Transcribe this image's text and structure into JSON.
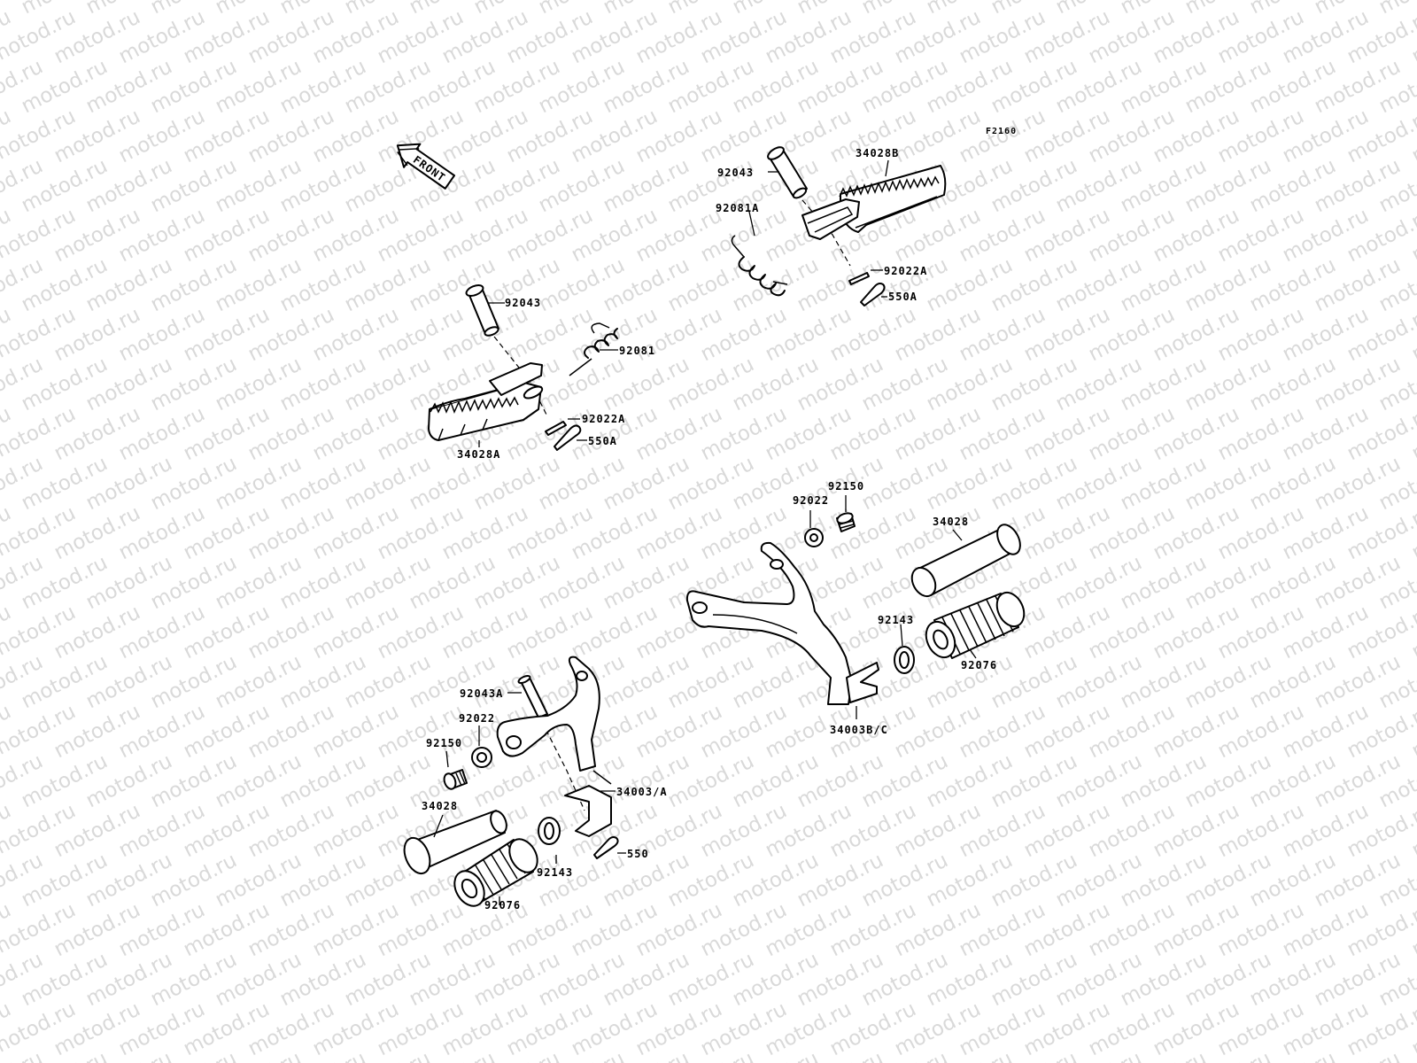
{
  "watermark": "motod.ru",
  "diagram_id": "F2160",
  "front_label": "FRONT",
  "upper_left": {
    "pin": "92043",
    "spring": "92081",
    "footpeg": "34028A",
    "washer": "92022A",
    "cotter_pin": "550A"
  },
  "upper_right": {
    "pin": "92043",
    "footpeg": "34028B",
    "spring": "92081A",
    "washer": "92022A",
    "cotter_pin": "550A"
  },
  "lower_right": {
    "washer": "92022",
    "bolt": "92150",
    "shaft": "34028",
    "spacer": "92143",
    "rubber": "92076",
    "bracket": "34003B/C"
  },
  "lower_left": {
    "pin": "92043A",
    "washer": "92022",
    "bolt": "92150",
    "bracket": "34003/A",
    "shaft": "34028",
    "spacer": "92143",
    "cotter_pin": "550",
    "rubber": "92076"
  }
}
